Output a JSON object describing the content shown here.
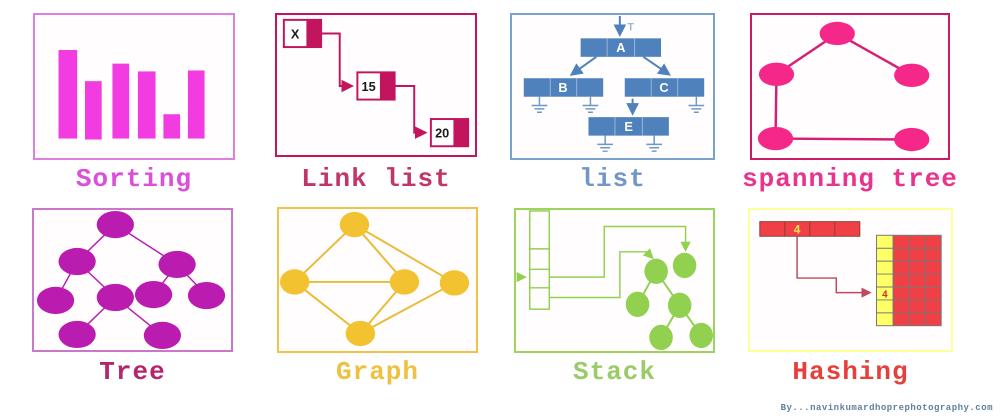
{
  "watermark": "By...navinkumardhoprephotography.com",
  "panels": {
    "sorting": {
      "label": "Sorting",
      "label_color": "#DB4FDB",
      "bar_color": "#F23BE0",
      "bar_heights": [
        91,
        60,
        76,
        69,
        24,
        69
      ]
    },
    "link_list": {
      "label": "Link list",
      "label_color": "#C2356A",
      "accent_color": "#C2155E",
      "node_values": [
        "X",
        "15",
        "20"
      ]
    },
    "list": {
      "label": "list",
      "label_color": "#7396C8",
      "accent_color": "#4F81BD",
      "node_values": [
        "A",
        "B",
        "C",
        "E"
      ],
      "head_label": "T"
    },
    "spanning_tree": {
      "label": "spanning tree",
      "label_color": "#E8348C",
      "node_color": "#F5288A",
      "node_count": 5,
      "edge_count": 4
    },
    "tree": {
      "label": "Tree",
      "label_color": "#B5256E",
      "node_color": "#BB1CB0",
      "node_count": 9
    },
    "graph": {
      "label": "Graph",
      "label_color": "#EDC242",
      "node_color": "#F2C230",
      "node_count": 5,
      "edge_count": 7
    },
    "stack": {
      "label": "Stack",
      "label_color": "#99CC66",
      "accent_color": "#92D050",
      "cell_count": 4
    },
    "hashing": {
      "label": "Hashing",
      "label_color": "#E6403C",
      "bucket_value": "4",
      "table_value": "4",
      "cell_red": "#F04045",
      "cell_yellow": "#FFFF66",
      "table_rows": 7
    }
  }
}
